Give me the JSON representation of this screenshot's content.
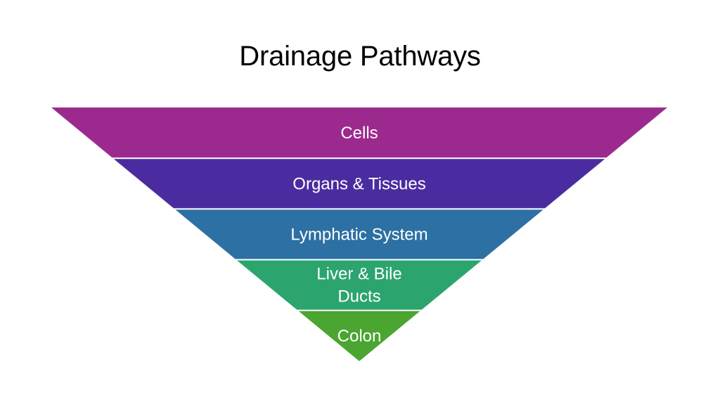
{
  "slide": {
    "title": "Drainage Pathways"
  },
  "pyramid": {
    "orientation": "inverted",
    "levels": [
      {
        "lines": [
          "Cells"
        ],
        "color": "#9C2A8E"
      },
      {
        "lines": [
          "Organs & Tissues"
        ],
        "color": "#4A2CA0"
      },
      {
        "lines": [
          "Lymphatic System"
        ],
        "color": "#2C70A4"
      },
      {
        "lines": [
          "Liver & Bile",
          "Ducts"
        ],
        "color": "#2CA46E"
      },
      {
        "lines": [
          "Colon"
        ],
        "color": "#4AA531"
      }
    ]
  }
}
